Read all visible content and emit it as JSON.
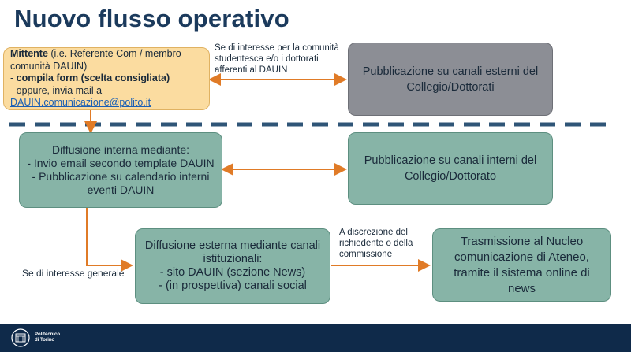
{
  "title": "Nuovo flusso operativo",
  "sender_box": {
    "bold_label": "Mittente",
    "label_rest": " (i.e. Referente Com / membro comunità DAUIN)",
    "line2_prefix": "- ",
    "line2_bold": "compila form (scelta consigliata)",
    "line3": "- oppure, invia mail a",
    "email": "DAUIN.comunicazione@polito.it"
  },
  "top_note": "Se di interesse per la comunità studentesca e/o i dottorati afferenti al DAUIN",
  "external_college_box": "Pubblicazione su canali esterni del Collegio/Dottorati",
  "internal_box": {
    "heading": "Diffusione interna mediante:",
    "item1": "- Invio email secondo template DAUIN",
    "item2": "- Pubblicazione su calendario interni eventi DAUIN"
  },
  "internal_college_box": "Pubblicazione su canali interni del Collegio/Dottorato",
  "external_box": {
    "heading": "Diffusione esterna mediante canali istituzionali:",
    "item1": "- sito DAUIN (sezione News)",
    "item2": "- (in prospettiva) canali social"
  },
  "general_note": "Se di interesse generale",
  "discretion_note": "A discrezione del richiedente o della commissione",
  "ateneo_box": "Trasmissione al Nucleo comunicazione di Ateneo, tramite il sistema online di news",
  "footer": {
    "logo_line1": "Politecnico",
    "logo_line2": "di Torino"
  },
  "colors": {
    "title": "#1b3a5c",
    "orange_box": "#fbdca0",
    "grey_box": "#8c8e95",
    "teal_box": "#87b4a7",
    "arrow": "#e07b27",
    "dashed_line": "#2f5577",
    "footer": "#0f2a4a"
  }
}
